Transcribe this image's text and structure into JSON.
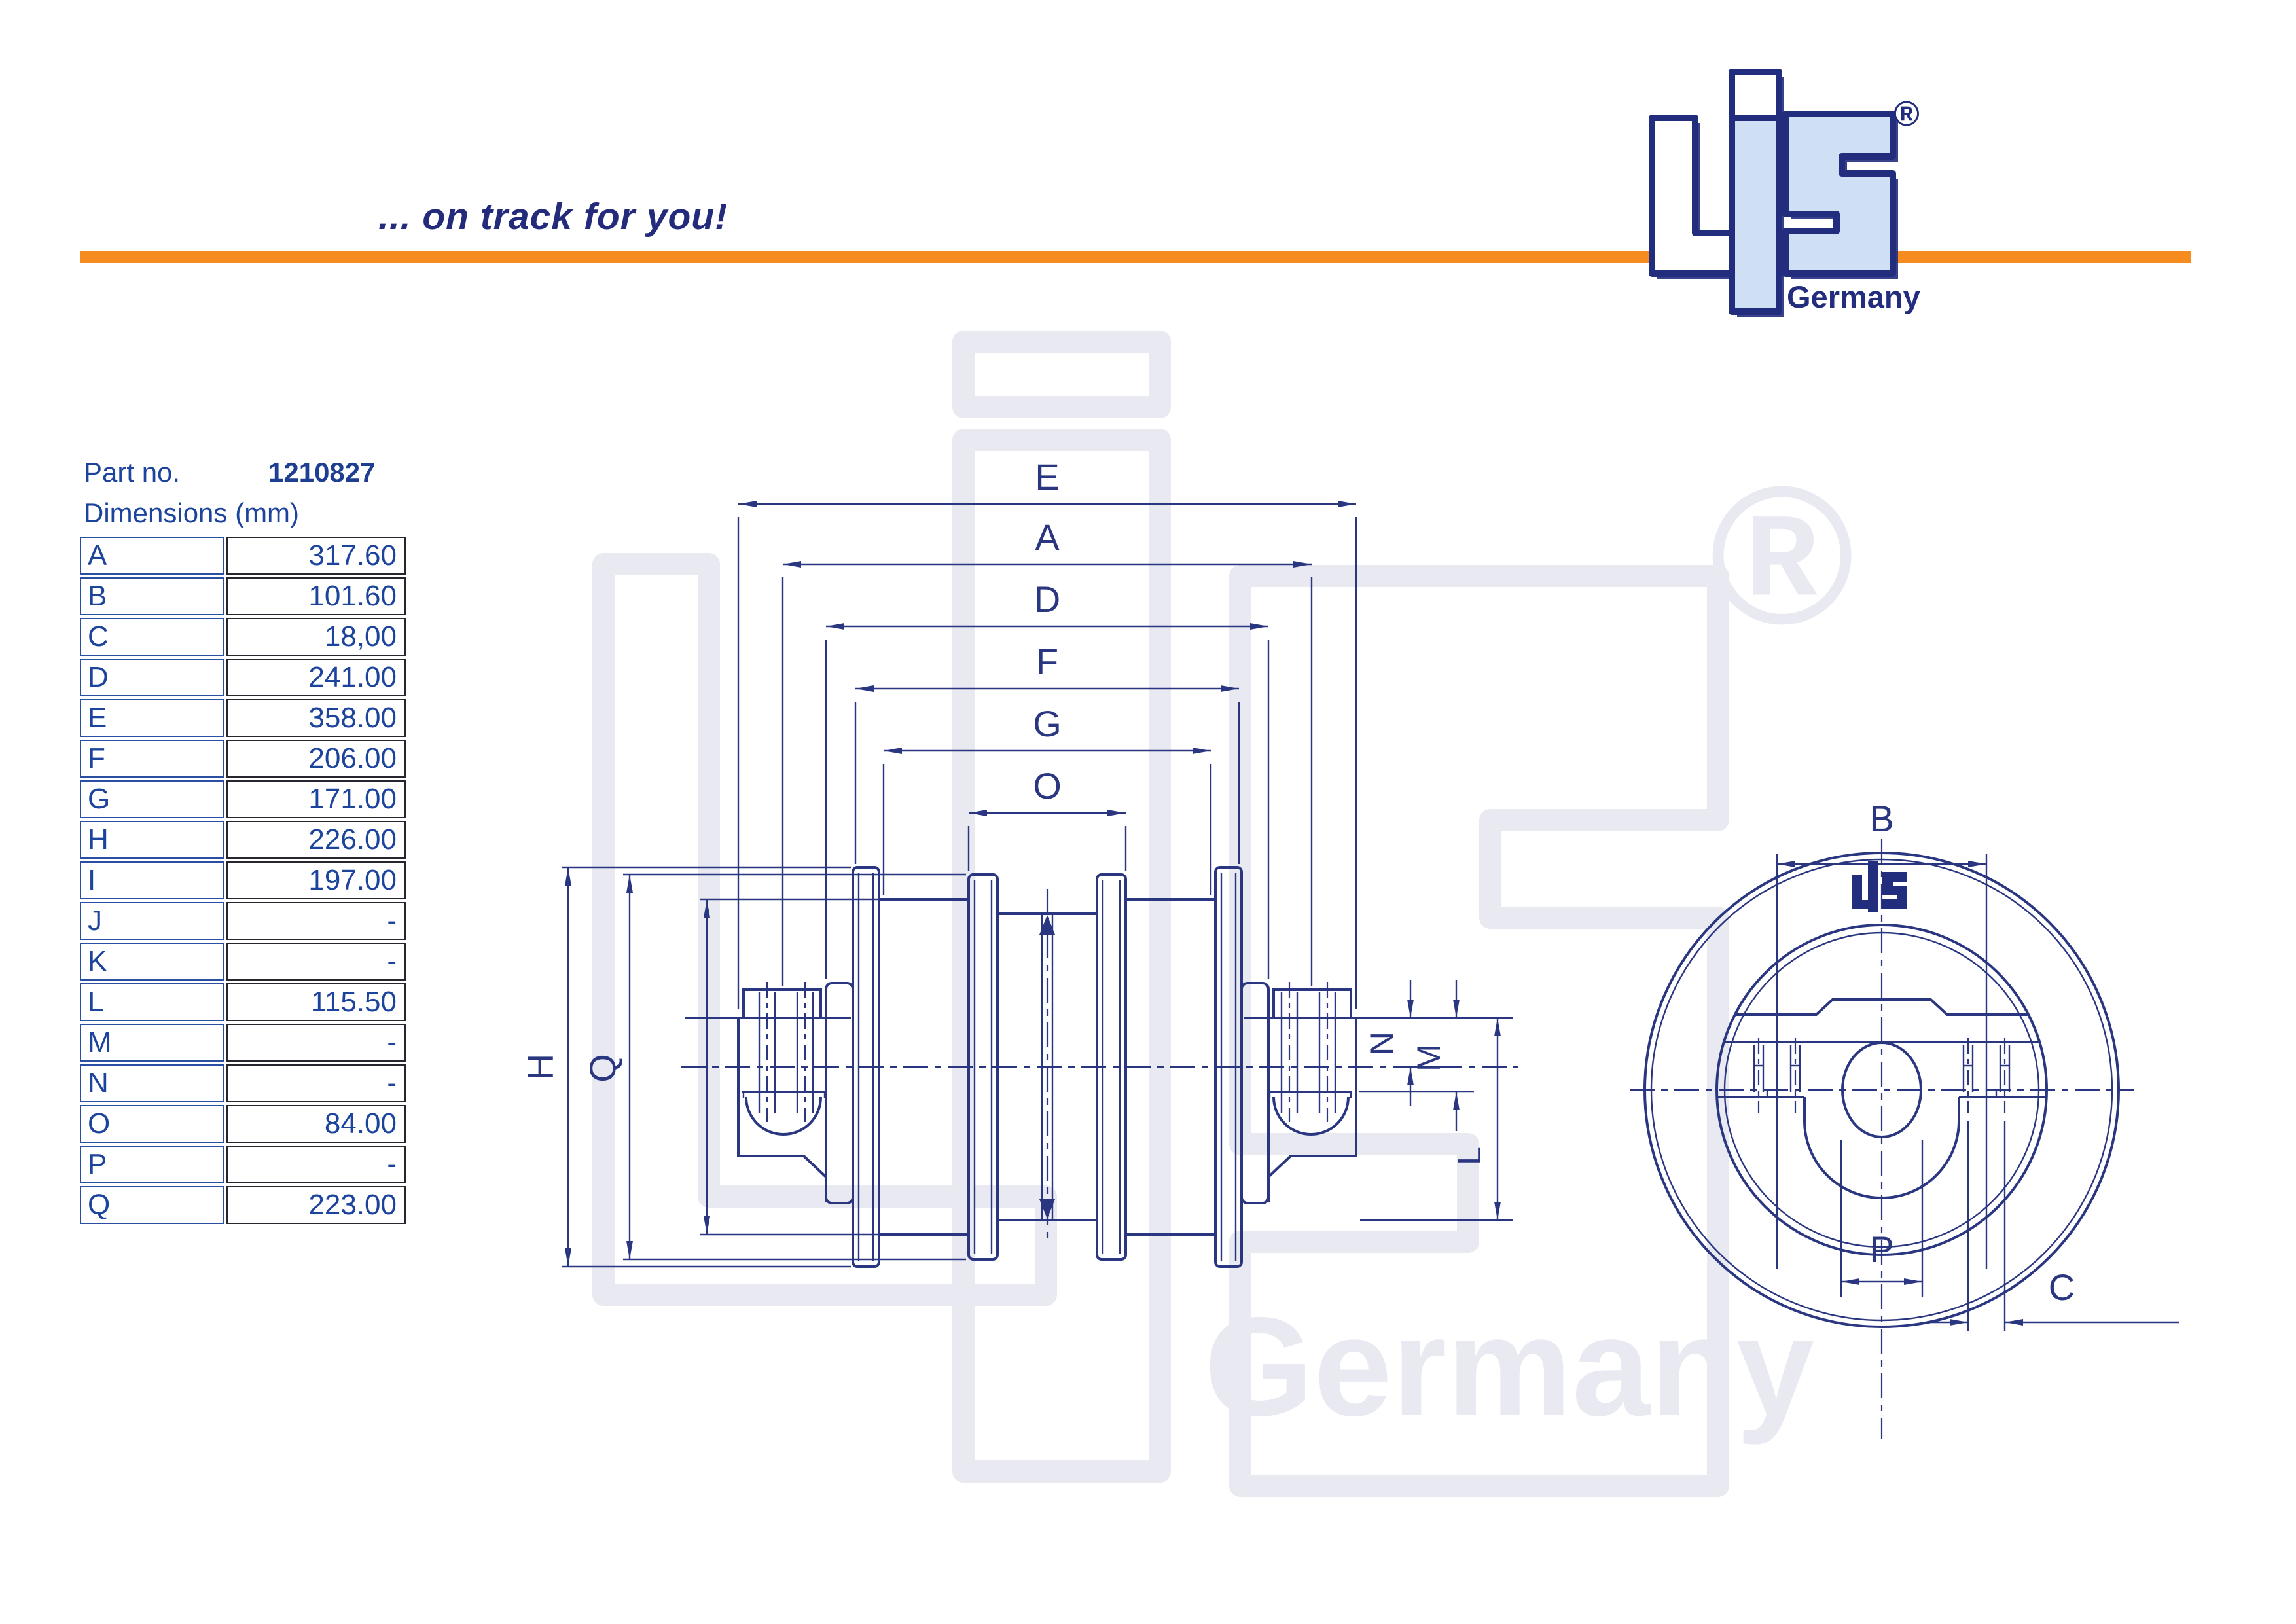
{
  "header": {
    "tagline": "... on track for you!"
  },
  "logo": {
    "germany": "Germany",
    "registered": "®"
  },
  "watermark": {
    "germany": "Germany",
    "registered": "®"
  },
  "part": {
    "label": "Part no.",
    "number": "1210827",
    "dimensions_label": "Dimensions (mm)"
  },
  "table": {
    "rows": [
      {
        "key": "A",
        "value": "317.60"
      },
      {
        "key": "B",
        "value": "101.60"
      },
      {
        "key": "C",
        "value": "18,00"
      },
      {
        "key": "D",
        "value": "241.00"
      },
      {
        "key": "E",
        "value": "358.00"
      },
      {
        "key": "F",
        "value": "206.00"
      },
      {
        "key": "G",
        "value": "171.00"
      },
      {
        "key": "H",
        "value": "226.00"
      },
      {
        "key": "I",
        "value": "197.00"
      },
      {
        "key": "J",
        "value": "-"
      },
      {
        "key": "K",
        "value": "-"
      },
      {
        "key": "L",
        "value": "115.50"
      },
      {
        "key": "M",
        "value": "-"
      },
      {
        "key": "N",
        "value": "-"
      },
      {
        "key": "O",
        "value": "84.00"
      },
      {
        "key": "P",
        "value": "-"
      },
      {
        "key": "Q",
        "value": "223.00"
      }
    ]
  },
  "drawing": {
    "labels": {
      "E": "E",
      "A": "A",
      "D": "D",
      "F": "F",
      "G": "G",
      "O": "O",
      "H": "H",
      "Q": "Q",
      "N": "N",
      "M": "M",
      "L": "L",
      "B": "B",
      "P": "P",
      "C": "C"
    }
  },
  "colors": {
    "accent_orange": "#F68B1F",
    "line_navy": "#2A3780",
    "logo_navy": "#232D7D",
    "logo_light_blue": "#CFE0F4",
    "watermark_gray": "#E9E9F2",
    "text_blue": "#1C449C"
  }
}
